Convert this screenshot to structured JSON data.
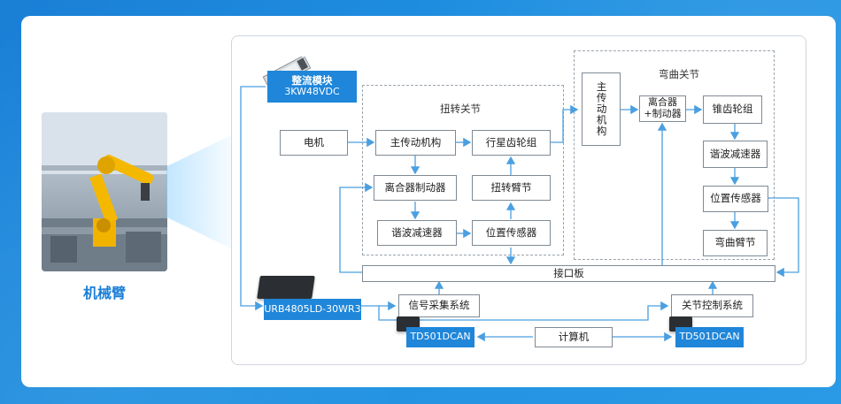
{
  "robot": {
    "label": "机械臂"
  },
  "power": {
    "title": "整流模块",
    "model": "3KW48VDC"
  },
  "torsion": {
    "title": "扭转关节",
    "motor": "电机",
    "main_drive": "主传动机构",
    "planetary": "行星齿轮组",
    "clutch_brake": "离合器制动器",
    "torsion_arm": "扭转臂节",
    "harmonic": "谐波减速器",
    "pos_sensor": "位置传感器"
  },
  "bending": {
    "title": "弯曲关节",
    "main_drive": "主传动机构",
    "clutch_brake": "离合器\n+制动器",
    "bevel": "锥齿轮组",
    "harmonic": "谐波减速器",
    "pos_sensor": "位置传感器",
    "bend_arm": "弯曲臂节"
  },
  "bus": {
    "interface": "接口板",
    "signal": "信号采集系统",
    "joint_ctrl": "关节控制系统",
    "computer": "计算机",
    "dcdc": "URB4805LD-30WR3",
    "can_left": "TD501DCAN",
    "can_right": "TD501DCAN"
  },
  "colors": {
    "accent": "#1f86d9",
    "line": "#4a9fe0",
    "box_border": "#7f8a94"
  }
}
